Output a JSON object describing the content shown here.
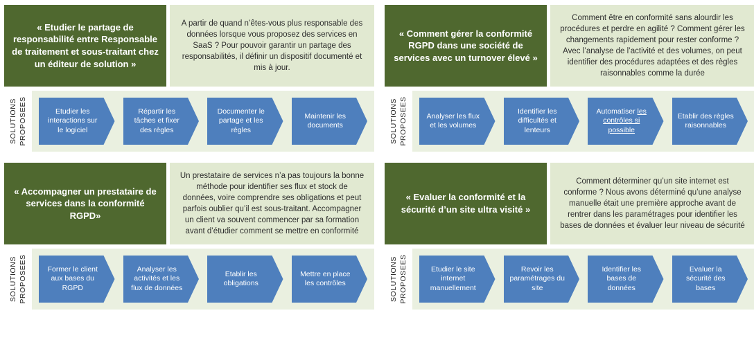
{
  "solutions_label": {
    "line1": "SOLUTIONS",
    "line2": "PROPOSEES"
  },
  "colors": {
    "dark_green": "#4f682f",
    "light_green": "#e1e9d1",
    "panel_green": "#eaf0e0",
    "blue": "#4e7fbd"
  },
  "quadrants": [
    {
      "title": "«  Etudier le partage de responsabilité entre Responsable de traitement et sous-traitant chez un éditeur de solution »",
      "description": "A partir de quand n’êtes-vous plus responsable des données lorsque vous proposez des services en SaaS ? Pour pouvoir garantir un partage des responsabilités, il définir un dispositif documenté et mis à jour.",
      "steps": [
        {
          "text": "Etudier les interactions sur le logiciel"
        },
        {
          "text": "Répartir les tâches et fixer des règles"
        },
        {
          "text": "Documenter le partage et les règles"
        },
        {
          "text": "Maintenir les documents"
        }
      ]
    },
    {
      "title": "« Comment gérer la conformité RGPD dans une société de services avec un turnover élevé »",
      "description": "Comment être en conformité sans alourdir les procédures et perdre en agilité ? Comment gérer les changements rapidement pour rester conforme ? Avec l’analyse de l’activité et des volumes, on peut identifier des procédures adaptées et des règles raisonnables comme la durée",
      "steps": [
        {
          "text": "Analyser les flux et les volumes"
        },
        {
          "text": "Identifier les difficultés et lenteurs"
        },
        {
          "text": "Automatiser",
          "underline": "les contrôles si possible"
        },
        {
          "text": "Etablir des règles raisonnables"
        }
      ]
    },
    {
      "title": "«  Accompagner un prestataire de services dans la conformité RGPD»",
      "description": "Un prestataire de services n’a pas toujours la bonne méthode pour identifier ses flux et stock de données, voire comprendre ses obligations et peut parfois oublier qu’il est sous-traitant. Accompagner un client va souvent commencer par sa formation avant d’étudier comment se mettre en conformité",
      "steps": [
        {
          "text": "Former le client aux bases du RGPD"
        },
        {
          "text": "Analyser les activités et les flux de données"
        },
        {
          "text": "Etablir les obligations"
        },
        {
          "text": "Mettre en place les contrôles"
        }
      ]
    },
    {
      "title": "« Evaluer la conformité et la sécurité d’un site ultra visité »",
      "description": "Comment déterminer qu’un site internet est conforme ? Nous avons déterminé qu’une analyse manuelle était une première approche avant de rentrer dans les paramétrages pour identifier les bases de données et évaluer leur niveau de sécurité",
      "steps": [
        {
          "text": "Etudier le site internet manuellement"
        },
        {
          "text": "Revoir les paramétrages du site"
        },
        {
          "text": "Identifier les bases de données"
        },
        {
          "text": "Evaluer la sécurité des bases"
        }
      ]
    }
  ]
}
